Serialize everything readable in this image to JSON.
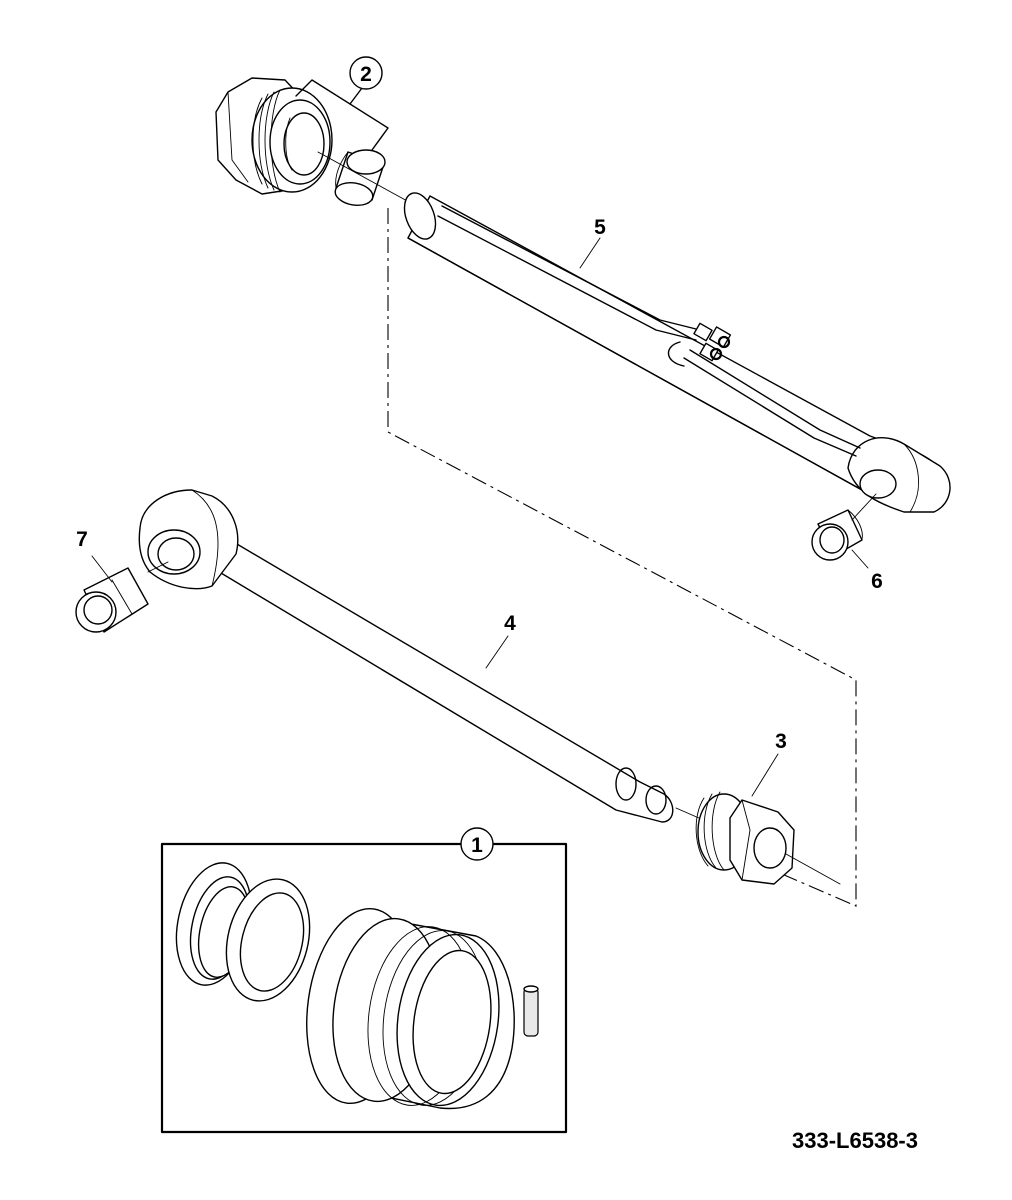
{
  "callouts": {
    "c1": "1",
    "c2": "2",
    "c3": "3",
    "c4": "4",
    "c5": "5",
    "c6": "6",
    "c7": "7"
  },
  "figure": {
    "reference": "333-L6538-3"
  }
}
